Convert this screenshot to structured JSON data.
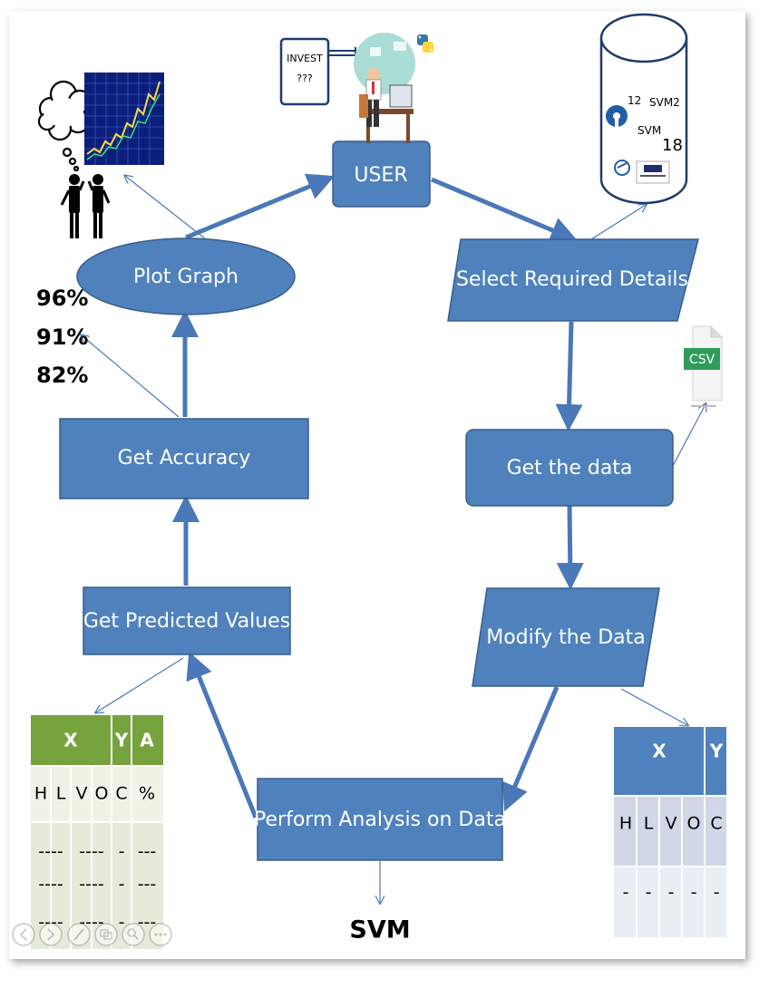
{
  "flow": {
    "user": "USER",
    "select_details": "Select Required Details",
    "get_data": "Get the data",
    "modify_data": "Modify the Data",
    "perform_analysis": "Perform Analysis on Data",
    "get_predicted": "Get Predicted Values",
    "get_accuracy": "Get Accuracy",
    "plot_graph": "Plot Graph",
    "svm": "SVM"
  },
  "invest_note": {
    "line1": "INVEST",
    "line2": "???"
  },
  "database": {
    "label_a": "12",
    "label_b": "SVM2",
    "label_c": "SVM",
    "label_d": "18"
  },
  "csv_icon": {
    "label": "CSV"
  },
  "accuracy_values": [
    "96%",
    "91%",
    "82%"
  ],
  "table_left": {
    "headers": [
      "X",
      "Y",
      "A"
    ],
    "row1": [
      "H",
      "L",
      "V",
      "O",
      "C",
      "%"
    ],
    "rows_dash": [
      [
        "----",
        "----",
        "-",
        "---"
      ],
      [
        "----",
        "----",
        "-",
        "---"
      ],
      [
        "----",
        "----",
        "-",
        "---"
      ]
    ]
  },
  "table_right": {
    "headers": [
      "X",
      "Y"
    ],
    "row1": [
      "H",
      "L",
      "V",
      "O",
      "C"
    ],
    "row2": [
      "-",
      "-",
      "-",
      "-",
      "-"
    ]
  },
  "colors": {
    "box_fill": "#4f81bd",
    "box_stroke": "#385d8a",
    "green_header": "#77a33f",
    "green_cell": "#e4ecd9",
    "blue_header": "#4f81bd",
    "blue_cell": "#d0d8e8"
  },
  "nav_icons": [
    "prev-icon",
    "next-icon",
    "pen-icon",
    "slides-icon",
    "zoom-icon",
    "more-icon"
  ]
}
